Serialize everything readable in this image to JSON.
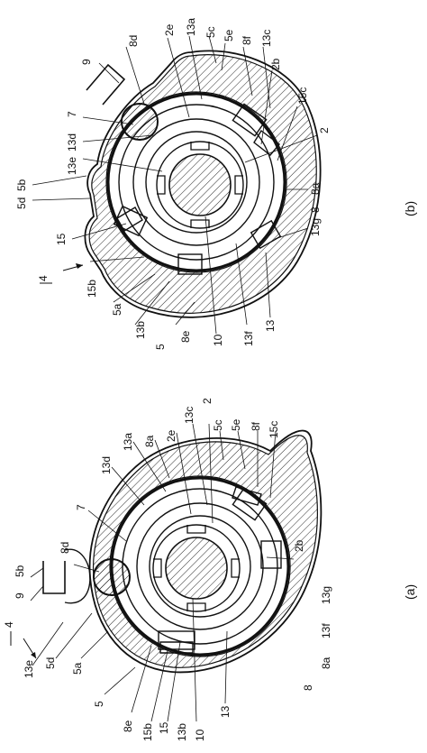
{
  "colors": {
    "ink": "#111111",
    "paper": "#ffffff"
  },
  "figures": [
    {
      "caption": "(b)",
      "labels": [
        "9",
        "8d",
        "2e",
        "13a",
        "5c",
        "5e",
        "8f",
        "13c",
        "2b",
        "15c",
        "7",
        "13d",
        "13e",
        "5b",
        "5d",
        "2",
        "8a",
        "8",
        "13g",
        "15",
        "15b",
        "5a",
        "13b",
        "5",
        "8e",
        "10",
        "13f",
        "13",
        "4"
      ]
    },
    {
      "caption": "(a)",
      "labels": [
        "5b",
        "9",
        "8d",
        "7",
        "13d",
        "13a",
        "8a",
        "2e",
        "13c",
        "2",
        "5c",
        "5e",
        "8f",
        "15c",
        "4",
        "13e",
        "5d",
        "5a",
        "5",
        "8e",
        "15b",
        "15",
        "13b",
        "10",
        "13",
        "8",
        "8a",
        "13f",
        "13g",
        "2b"
      ]
    }
  ]
}
